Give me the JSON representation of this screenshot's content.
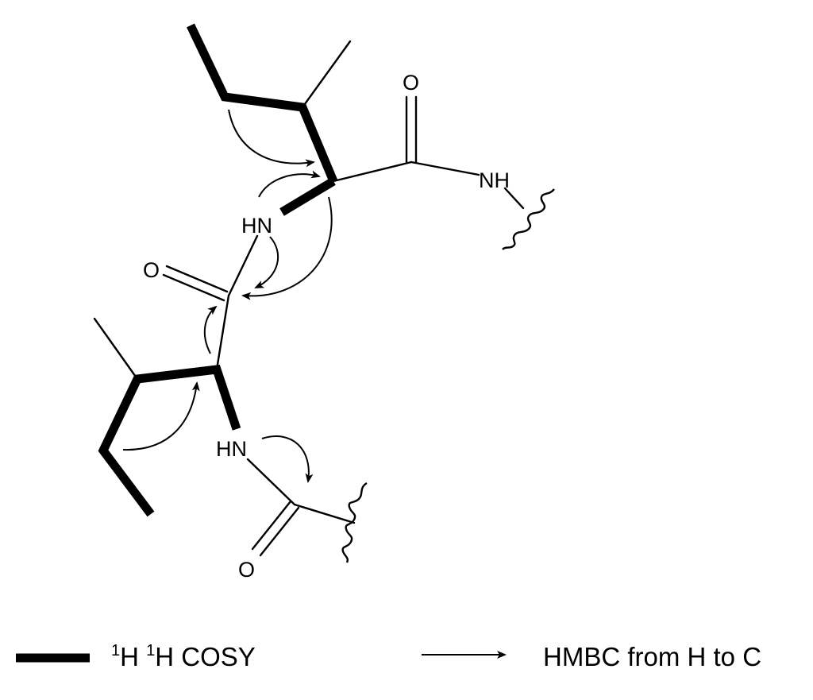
{
  "atoms": {
    "o_top": "O",
    "nh_right": "NH",
    "hn_mid": "HN",
    "o_left": "O",
    "hn_low": "HN",
    "o_bottom": "O"
  },
  "legend": {
    "cosy_sup1": "1",
    "cosy_h1": "H ",
    "cosy_sup2": "1",
    "cosy_h2": "H COSY",
    "hmbc_label": "HMBC from H to C"
  }
}
